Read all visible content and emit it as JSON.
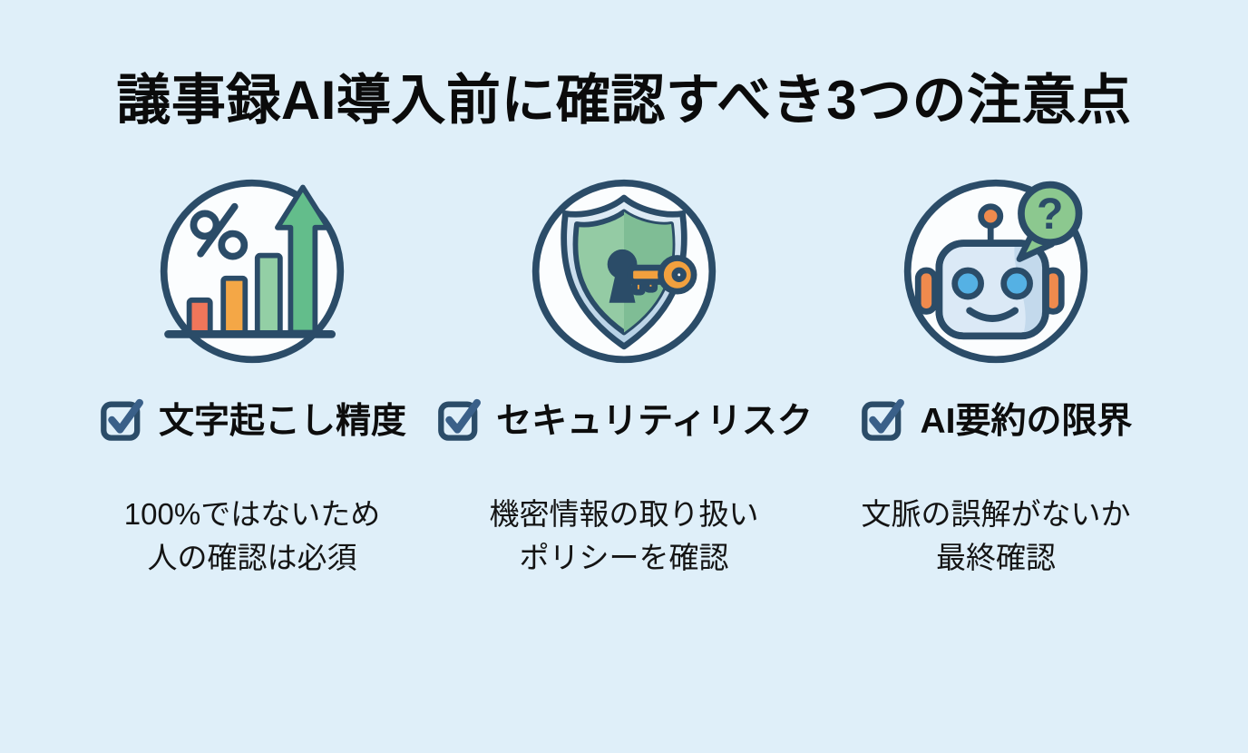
{
  "title": "議事録AI導入前に確認すべき3つの注意点",
  "columns": [
    {
      "icon": "bar-chart-growth-icon",
      "heading": "文字起こし精度",
      "desc_line1": "100%ではないため",
      "desc_line2": "人の確認は必須"
    },
    {
      "icon": "shield-key-icon",
      "heading": "セキュリティリスク",
      "desc_line1": "機密情報の取り扱い",
      "desc_line2": "ポリシーを確認"
    },
    {
      "icon": "robot-question-icon",
      "heading": "AI要約の限界",
      "desc_line1": "文脈の誤解がないか",
      "desc_line2": "最終確認"
    }
  ],
  "colors": {
    "background": "#dfeff9",
    "navy_outline": "#2b4c68",
    "checkmark_blue": "#3a6089",
    "arrow_green": "#63bd8b",
    "light_green_bar": "#93cfa5",
    "orange_bar": "#f4a746",
    "red_orange_bar": "#f0765a",
    "shield_green_left": "#94cba4",
    "shield_green_right": "#7fbd95",
    "shield_band_blue": "#b5d0e5",
    "key_orange": "#f2a03e",
    "robot_head_blue": "#dbe9f6",
    "robot_panel_blue": "#c3d9ec",
    "robot_eye_blue": "#55b1e4",
    "robot_ear_orange": "#ef8a4d",
    "bubble_green": "#8cc88f",
    "text_black": "#111111",
    "icon_circle_white": "#fbfdfe"
  }
}
